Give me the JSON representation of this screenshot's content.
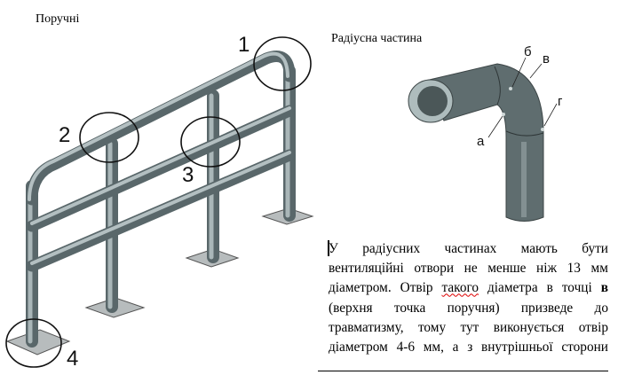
{
  "left_title": "Поручні",
  "right_title": "Радіусна частина",
  "railing_labels": [
    "1",
    "2",
    "3",
    "4"
  ],
  "pipe_labels": {
    "b": "б",
    "v": "в",
    "g": "г",
    "a": "а"
  },
  "paragraph_lines": [
    [
      "У",
      "радіусних",
      "частинах",
      "мають",
      "бути"
    ],
    [
      "вентиляційні",
      "отвори",
      "не",
      "менше",
      "ніж",
      "13",
      "мм"
    ],
    [
      "діаметром.",
      "Отвір",
      "такого",
      "діаметра",
      "в",
      "точці",
      "в"
    ],
    [
      "(верхня",
      "точка",
      "поручня)",
      "призведе",
      "до"
    ],
    [
      "травматизму,",
      "тому",
      "тут",
      "виконується",
      "отвір"
    ],
    [
      "діаметром",
      "4-6",
      "мм,",
      "а",
      "з",
      "внутрішньої",
      "сторони"
    ]
  ]
}
